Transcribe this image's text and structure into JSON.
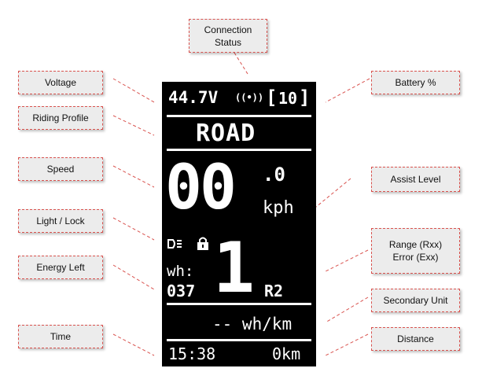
{
  "callouts": {
    "connection_status_line1": "Connection",
    "connection_status_line2": "Status",
    "voltage": "Voltage",
    "battery": "Battery %",
    "riding_profile": "Riding Profile",
    "speed": "Speed",
    "assist_level": "Assist Level",
    "light_lock": "Light / Lock",
    "range_error_line1": "Range (Rxx)",
    "range_error_line2": "Error (Exx)",
    "energy_left": "Energy Left",
    "secondary_unit": "Secondary Unit",
    "time": "Time",
    "distance": "Distance"
  },
  "display": {
    "voltage": "44.7V",
    "connection_icon": "((•))",
    "battery_open": "[",
    "battery_value": "10",
    "battery_close": "]",
    "profile": "ROAD",
    "speed_int": "00",
    "speed_dec": ".0",
    "speed_unit": "kph",
    "light_icon": "light-icon",
    "lock_icon": "lock-icon",
    "energy_label": "wh:",
    "energy_value": "037",
    "assist_level": "1",
    "range_error": "R2",
    "secondary_value": "-- wh/km",
    "time": "15:38",
    "distance": "0km"
  },
  "colors": {
    "callout_border": "#d9534f",
    "callout_bg": "#ececec",
    "screen_bg": "#000000"
  }
}
